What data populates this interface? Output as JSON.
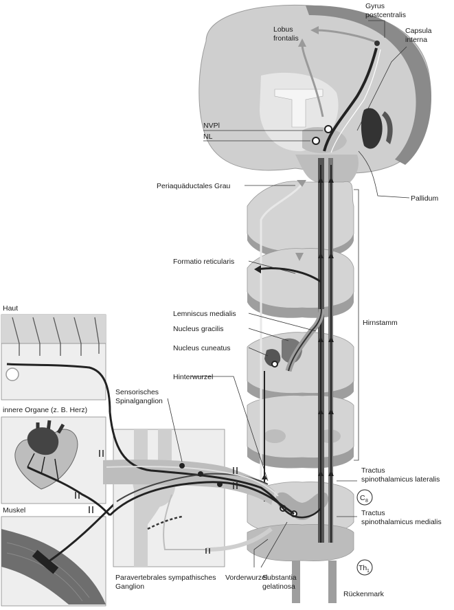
{
  "labels": {
    "gyrus": [
      "Gyrus",
      "postcentralis"
    ],
    "lobus": [
      "Lobus",
      "frontalis"
    ],
    "capsula": [
      "Capsula",
      "interna"
    ],
    "nvpl": "NVPl",
    "nl": "NL",
    "periaquaeductales": "Periaquäductales Grau",
    "pallidum": "Pallidum",
    "formatio": "Formatio reticularis",
    "haut": "Haut",
    "lemniscus": "Lemniscus medialis",
    "gracilis": "Nucleus gracilis",
    "cuneatus": "Nucleus cuneatus",
    "hirnstamm": "Hirnstamm",
    "hinterwurzel": "Hinterwurzel",
    "organe": "innere Organe (z. B. Herz)",
    "spinalganglion": [
      "Sensorisches",
      "Spinalganglion"
    ],
    "muskel": "Muskel",
    "tr_lat": [
      "Tractus",
      "spinothalamicus lateralis"
    ],
    "c8": "C",
    "c8_sub": "8",
    "tr_med": [
      "Tractus",
      "spinothalamicus medialis"
    ],
    "th1": "Th",
    "th1_sub": "1",
    "paravertebral": [
      "Paravertebrales sympathisches",
      "Ganglion"
    ],
    "vorderwurzel": "Vorderwurzel",
    "substantia": [
      "Substantia",
      "gelatinosa"
    ],
    "rueckenmark": "Rückenmark"
  }
}
